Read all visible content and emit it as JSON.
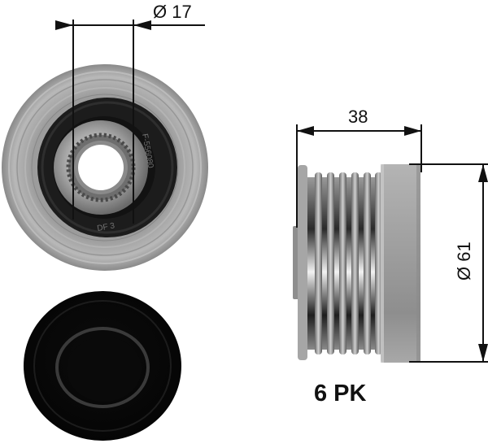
{
  "drawing": {
    "subject": "overrunning alternator pulley",
    "views": [
      {
        "id": "front-view",
        "description": "face view of pulley showing splined hub, bearing seal and bore"
      },
      {
        "id": "cap-view",
        "description": "black protective cap"
      },
      {
        "id": "side-view",
        "description": "profile of pulley showing 6 ribs and cylindrical housing"
      }
    ],
    "dimensions": {
      "bore_diameter": {
        "label": "Ø 17",
        "value": 17,
        "unit": "mm"
      },
      "width": {
        "label": "38",
        "value": 38,
        "unit": "mm"
      },
      "outer_diameter": {
        "label": "Ø 61",
        "value": 61,
        "unit": "mm"
      }
    },
    "profile": {
      "label": "6 PK",
      "ribs": 6
    }
  },
  "colors": {
    "background": "#ffffff",
    "dimension_line": "#111111",
    "metal_light": "#c8c8c8",
    "metal_mid": "#9a9a9a",
    "metal_dark": "#5c5c5c",
    "seal_black": "#1a1a1a",
    "cap_black": "#080808"
  }
}
